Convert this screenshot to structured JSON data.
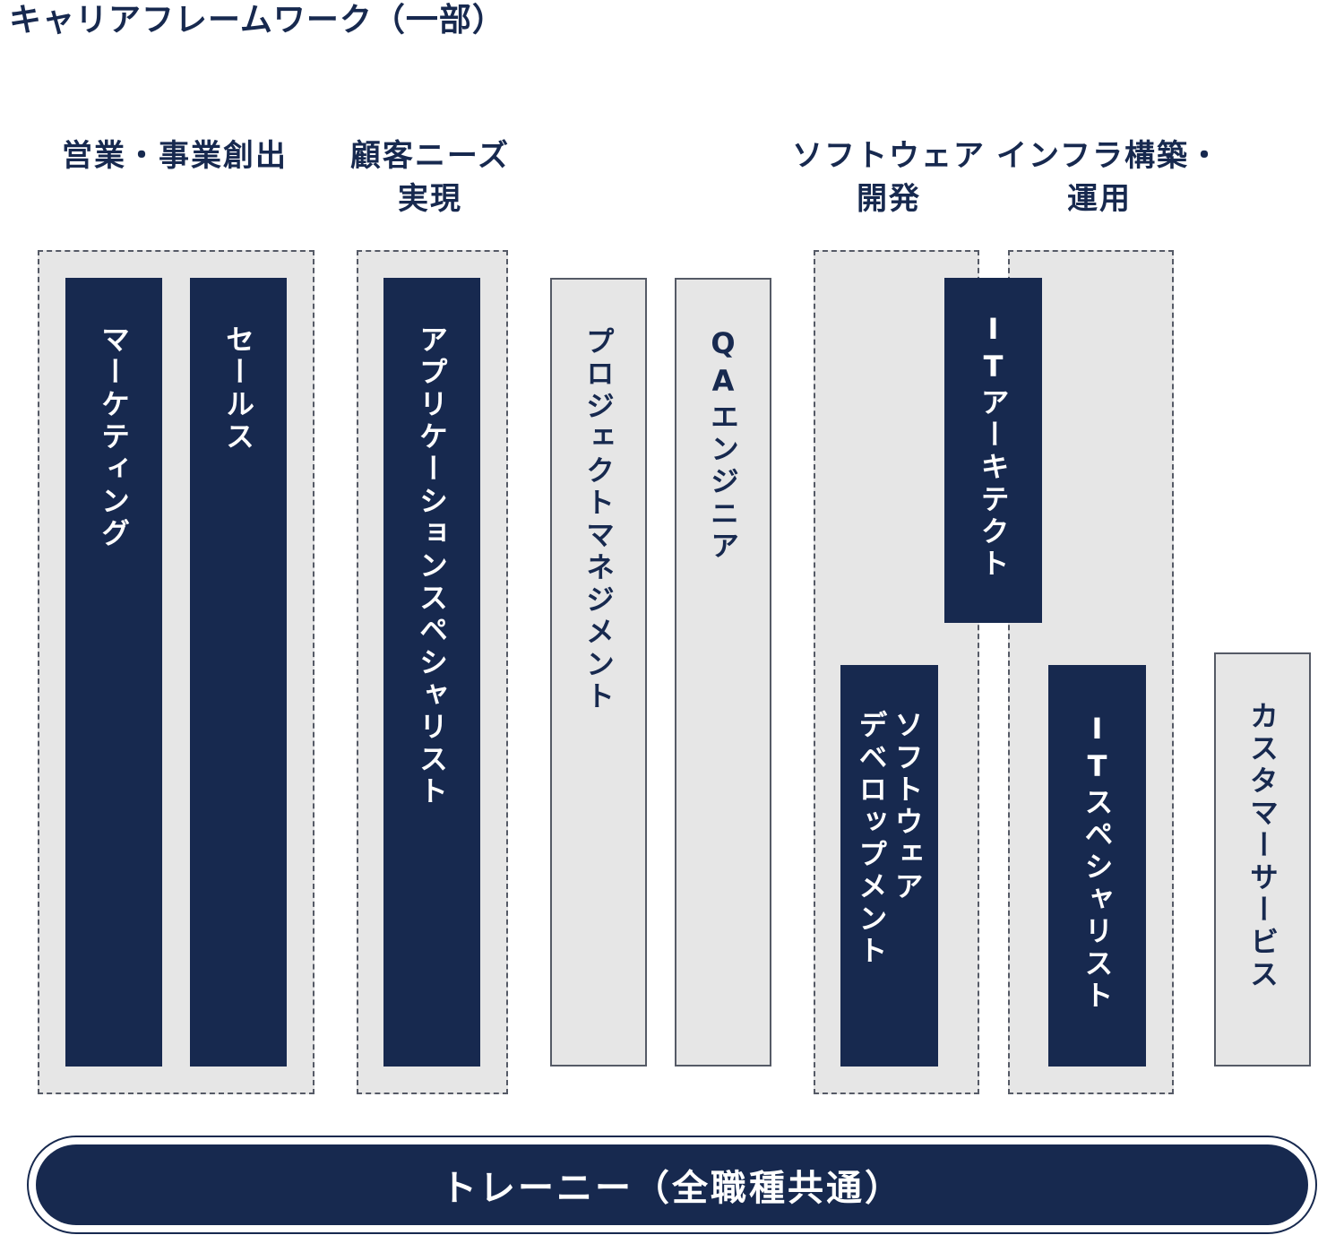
{
  "title": "キャリアフレームワーク（一部）",
  "categories": {
    "sales": "営業・事業創出",
    "customer": "顧客ニーズ\n実現",
    "software": "ソフトウェア\n開発",
    "infra": "インフラ構築・\n運用"
  },
  "roles": {
    "marketing": "マーケティング",
    "sales": "セールス",
    "app_specialist": "アプリケーションスペシャリスト",
    "project_management": "プロジェクトマネジメント",
    "qa_engineer": "QAエンジニア",
    "it_architect": "ITアーキテクト",
    "software_development": "ソフトウェア\nデベロップメント",
    "it_specialist": "ITスペシャリスト",
    "customer_service": "カスタマーサービス"
  },
  "trainee": "トレーニー（全職種共通）",
  "colors": {
    "navy": "#17294f",
    "gray": "#e6e6e6",
    "border": "#555a66"
  }
}
